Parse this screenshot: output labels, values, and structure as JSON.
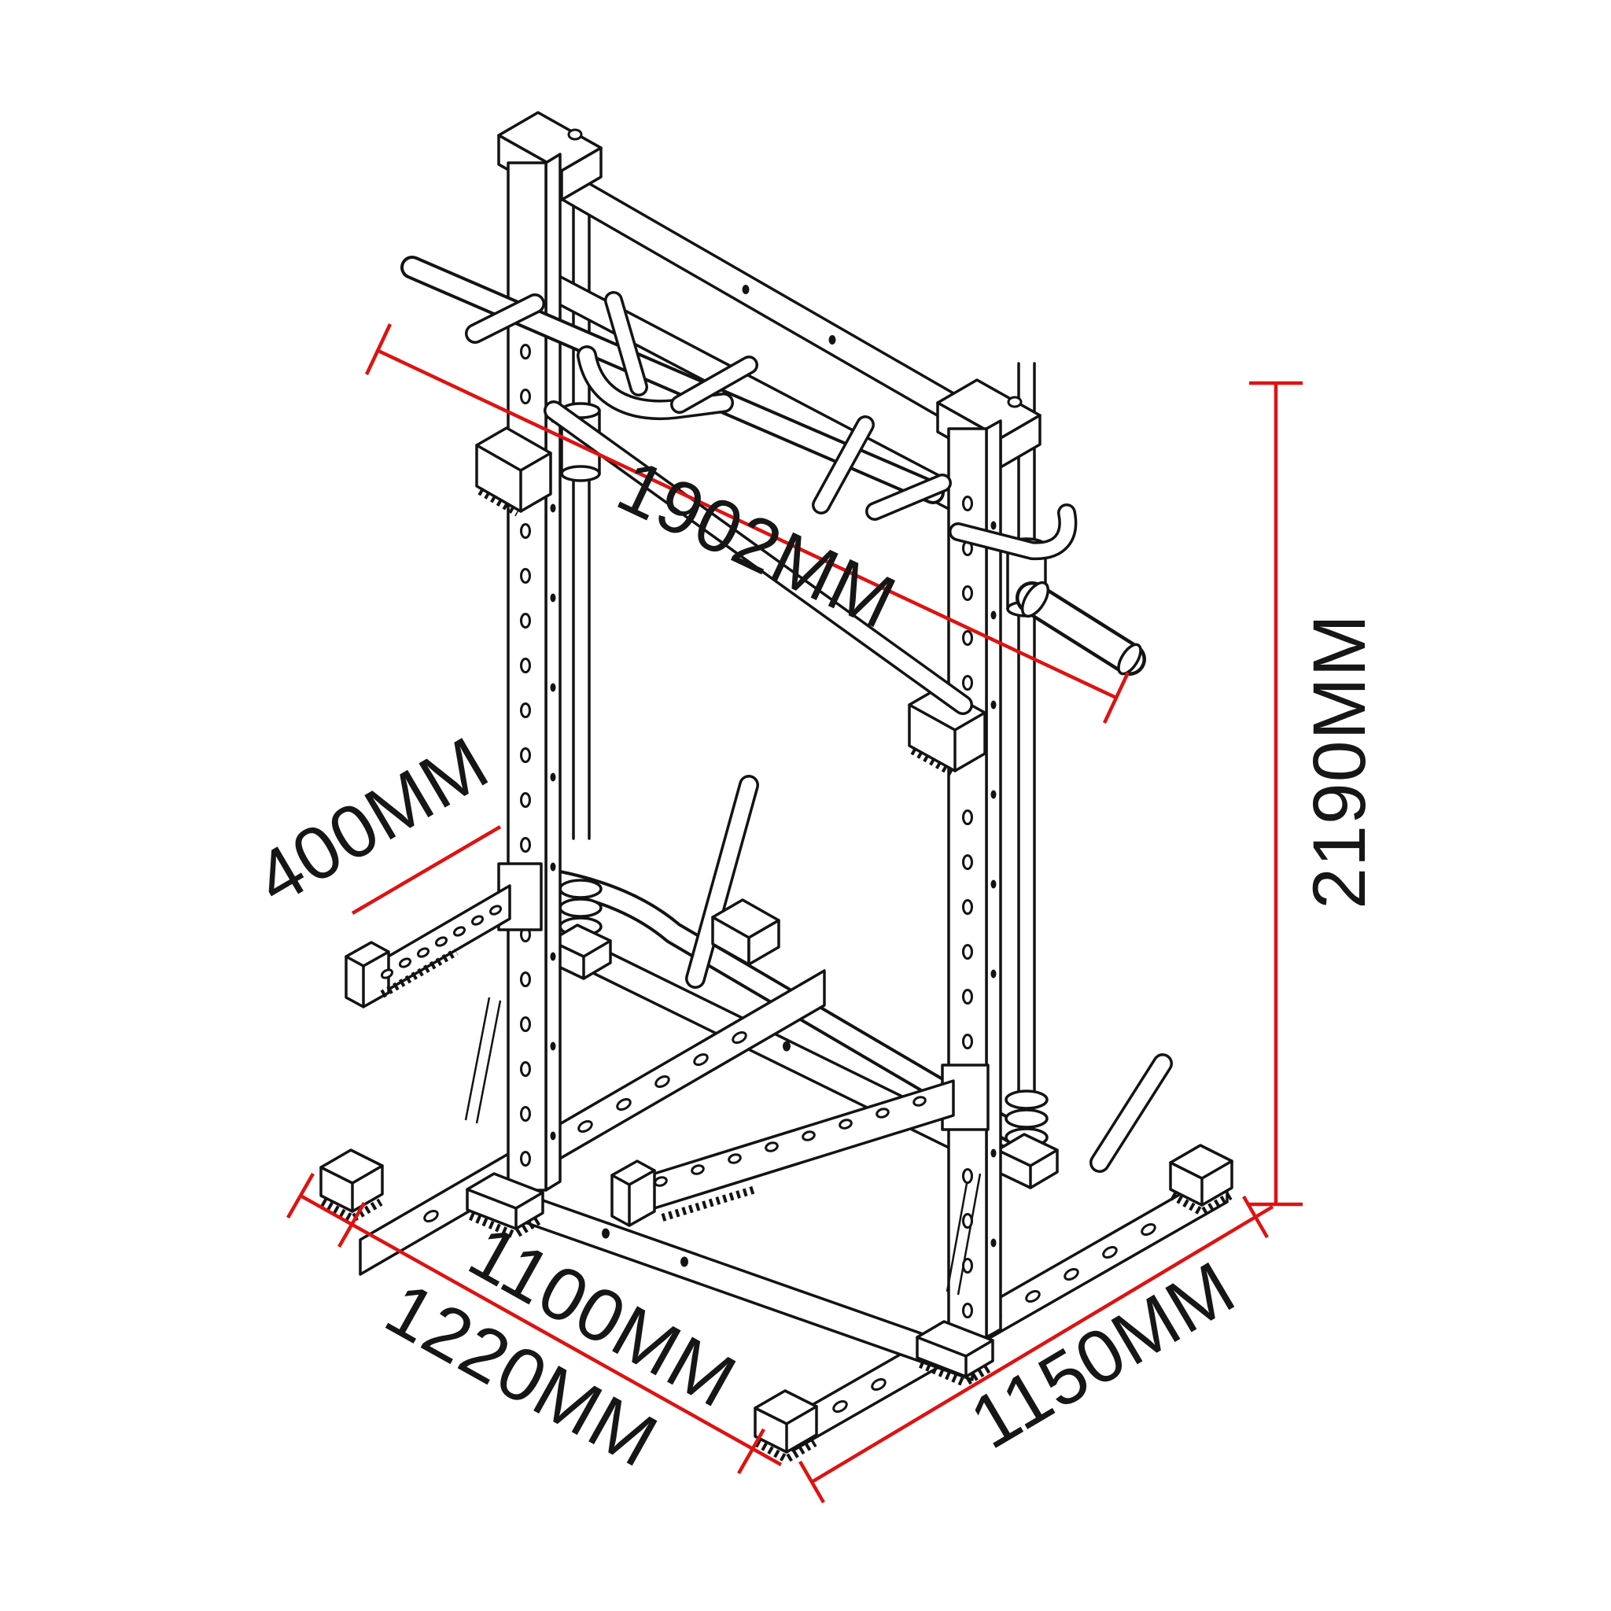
{
  "diagram": {
    "type": "isometric-technical-drawing",
    "subject": "half rack / squat cage with multi-grip pull-up bar, guide rods, barbell sleeve, spotter arms and base runners",
    "background_color": "#ffffff",
    "structure_color": "#131313",
    "dimension_color": "#dd1312",
    "dimensions": {
      "top_width": {
        "label": "1902MM",
        "value": 1902,
        "unit": "MM"
      },
      "overall_height": {
        "label": "2190MM",
        "value": 2190,
        "unit": "MM"
      },
      "spotter_arm_length": {
        "label": "400MM",
        "value": 400,
        "unit": "MM"
      },
      "base_width_inner": {
        "label": "1100MM",
        "value": 1100,
        "unit": "MM"
      },
      "base_width_outer": {
        "label": "1220MM",
        "value": 1220,
        "unit": "MM"
      },
      "base_depth": {
        "label": "1150MM",
        "value": 1150,
        "unit": "MM"
      }
    }
  }
}
